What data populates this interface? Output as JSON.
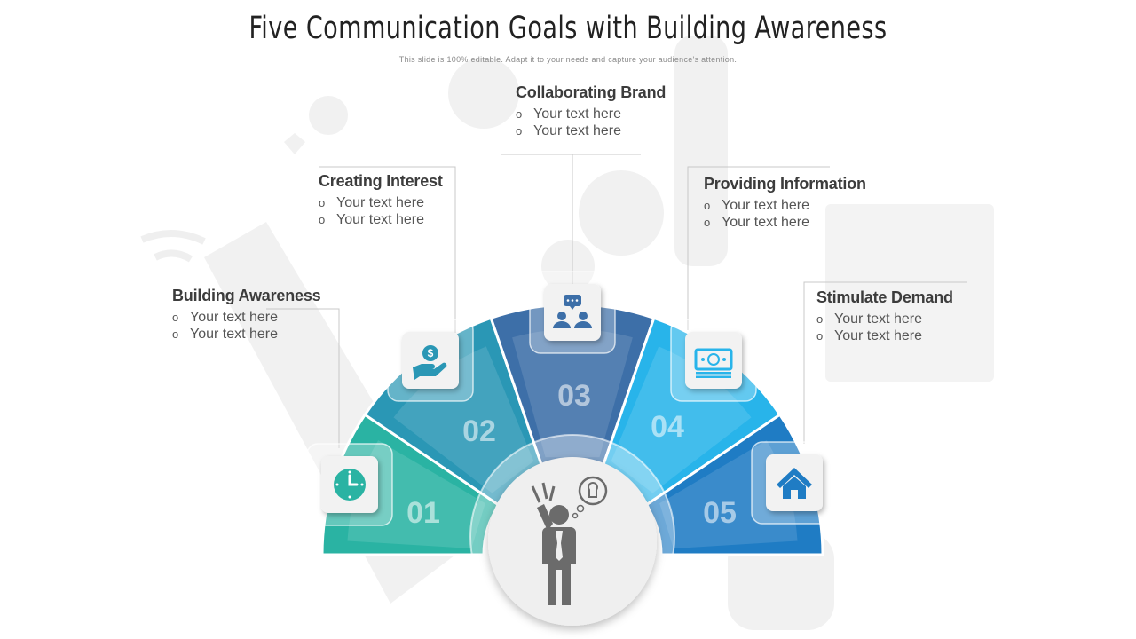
{
  "title": "Five Communication Goals with Building Awareness",
  "subtitle": "This slide is 100% editable.  Adapt it to your needs  and capture  your audience's  attention.",
  "segments": [
    {
      "number": "01",
      "heading": "Building Awareness",
      "bullets": [
        "Your text here",
        "Your text here"
      ],
      "color": "#2ab3a3",
      "icon": "clock-icon"
    },
    {
      "number": "02",
      "heading": "Creating Interest",
      "bullets": [
        "Your text here",
        "Your text here"
      ],
      "color": "#2a97b5",
      "icon": "hand-money-icon"
    },
    {
      "number": "03",
      "heading": "Collaborating Brand",
      "bullets": [
        "Your text here",
        "Your text here"
      ],
      "color": "#3d6fa8",
      "icon": "people-chat-icon"
    },
    {
      "number": "04",
      "heading": "Providing Information",
      "bullets": [
        "Your text here",
        "Your text here"
      ],
      "color": "#28b4ea",
      "icon": "banknote-icon"
    },
    {
      "number": "05",
      "heading": "Stimulate Demand",
      "bullets": [
        "Your text here",
        "Your text here"
      ],
      "color": "#1f7cc4",
      "icon": "home-icon"
    }
  ],
  "center_icon": "thinking-businessman-icon"
}
